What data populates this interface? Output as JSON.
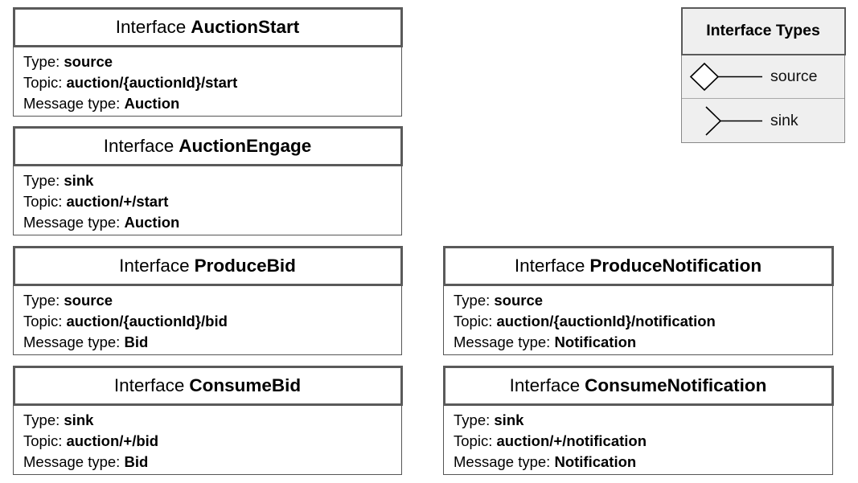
{
  "interfaces": [
    {
      "keyword": "Interface",
      "name": "AuctionStart",
      "type_label": "Type:",
      "type": "source",
      "topic_label": "Topic:",
      "topic": "auction/{auctionId}/start",
      "msg_label": "Message type:",
      "message_type": "Auction"
    },
    {
      "keyword": "Interface",
      "name": "AuctionEngage",
      "type_label": "Type:",
      "type": "sink",
      "topic_label": "Topic:",
      "topic": "auction/+/start",
      "msg_label": "Message type:",
      "message_type": "Auction"
    },
    {
      "keyword": "Interface",
      "name": "ProduceBid",
      "type_label": "Type:",
      "type": "source",
      "topic_label": "Topic:",
      "topic": "auction/{auctionId}/bid",
      "msg_label": "Message type:",
      "message_type": "Bid"
    },
    {
      "keyword": "Interface",
      "name": "ConsumeBid",
      "type_label": "Type:",
      "type": "sink",
      "topic_label": "Topic:",
      "topic": "auction/+/bid",
      "msg_label": "Message type:",
      "message_type": "Bid"
    },
    {
      "keyword": "Interface",
      "name": "ProduceNotification",
      "type_label": "Type:",
      "type": "source",
      "topic_label": "Topic:",
      "topic": "auction/{auctionId}/notification",
      "msg_label": "Message type:",
      "message_type": "Notification"
    },
    {
      "keyword": "Interface",
      "name": "ConsumeNotification",
      "type_label": "Type:",
      "type": "sink",
      "topic_label": "Topic:",
      "topic": "auction/+/notification",
      "msg_label": "Message type:",
      "message_type": "Notification"
    }
  ],
  "legend": {
    "title": "Interface Types",
    "items": [
      {
        "label": "source",
        "icon": "diamond-connector-icon"
      },
      {
        "label": "sink",
        "icon": "fork-connector-icon"
      }
    ]
  }
}
